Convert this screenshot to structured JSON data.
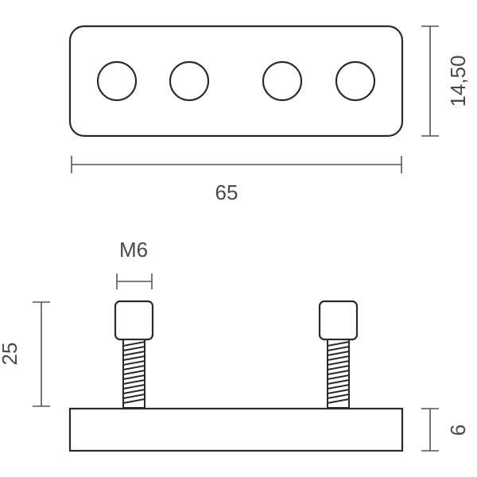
{
  "dimensions": {
    "top_width": "65",
    "top_height": "14,50",
    "thread": "M6",
    "bolt_height": "25",
    "base_height": "6"
  },
  "colors": {
    "line": "#2a2a2a",
    "dimension_line": "#555555",
    "text": "#4a4a4a"
  }
}
